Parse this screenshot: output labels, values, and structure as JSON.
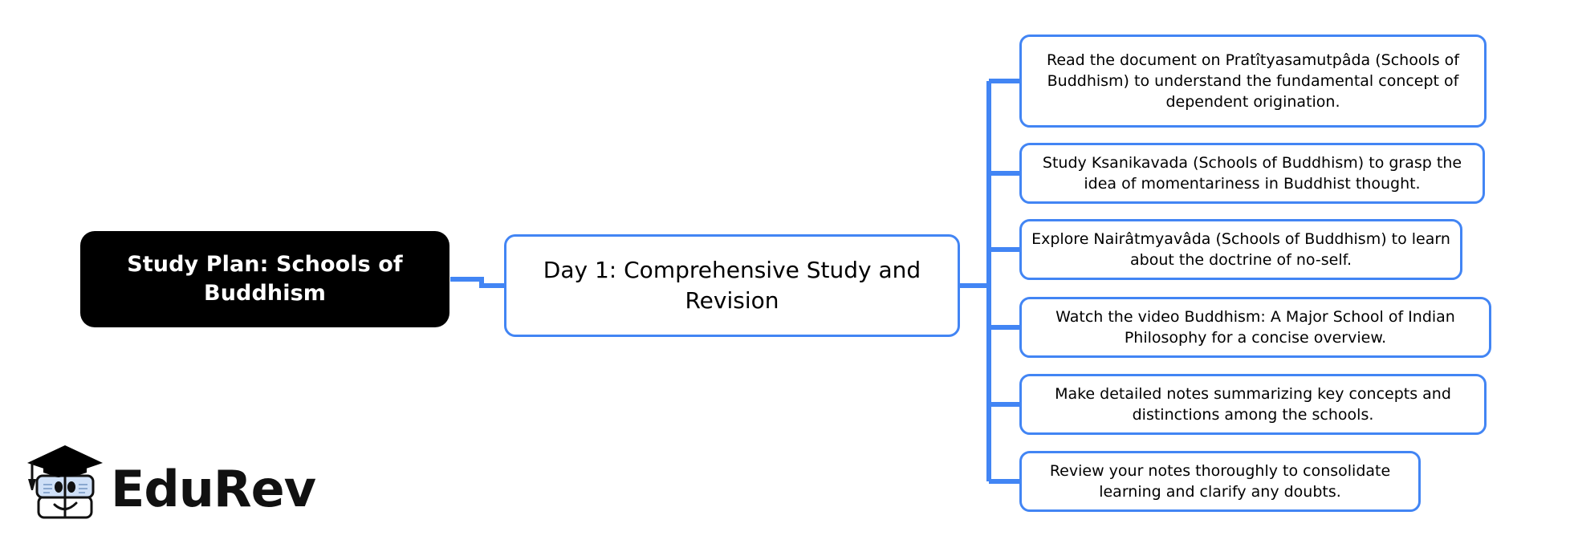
{
  "diagram": {
    "type": "mindmap",
    "orientation": "left-to-right",
    "background_color": "#ffffff",
    "accent_color": "#4285F4",
    "root_fill_color": "#000000",
    "root_text_color": "#ffffff",
    "node_fill_color": "#ffffff",
    "node_text_color": "#000000"
  },
  "root": {
    "label": "Study Plan: Schools of Buddhism"
  },
  "branch": {
    "label": "Day 1: Comprehensive Study and Revision"
  },
  "leaves": [
    {
      "label": "Read the document on Pratîtyasamutpâda (Schools of Buddhism) to understand the fundamental concept of dependent origination."
    },
    {
      "label": "Study Ksanikavada (Schools of Buddhism) to grasp the idea of momentariness in Buddhist thought."
    },
    {
      "label": "Explore Nairâtmyavâda (Schools of Buddhism) to learn about the doctrine of no-self."
    },
    {
      "label": "Watch the video Buddhism: A Major School of Indian Philosophy for a concise overview."
    },
    {
      "label": "Make detailed notes summarizing key concepts and distinctions among the schools."
    },
    {
      "label": "Review your notes thoroughly to consolidate learning and clarify any doubts."
    }
  ],
  "logo": {
    "wordmark": "EduRev",
    "mark_icon": "graduation-cap-book-mascot-icon",
    "cap_color": "#000000",
    "book_color": "#cfe0f7"
  }
}
